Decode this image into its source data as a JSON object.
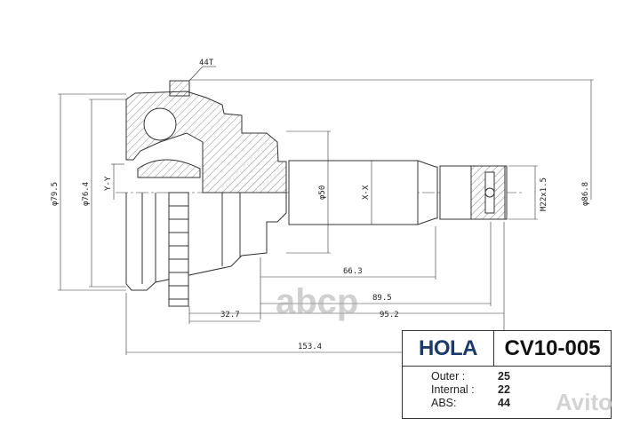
{
  "drawing": {
    "labels": {
      "teeth": "44T",
      "outer_dia": "φ79.5",
      "inner_dia": "φ76.4",
      "section_y": "Y-Y",
      "shaft_dia": "φ50",
      "section_x": "X-X",
      "thread": "M22x1.5",
      "abs_dia": "φ86.8",
      "len_66": "66.3",
      "len_89": "89.5",
      "len_95": "95.2",
      "len_32": "32.7",
      "len_153": "153.4"
    }
  },
  "title_block": {
    "brand": "HOLA",
    "part_number": "CV10-005",
    "specs": [
      {
        "label": "Outer :",
        "value": "25"
      },
      {
        "label": "Internal :",
        "value": "22"
      },
      {
        "label": "ABS:",
        "value": "44"
      }
    ],
    "brand_color": "#1c3a6b"
  },
  "watermarks": [
    "abcp",
    "Avito"
  ]
}
